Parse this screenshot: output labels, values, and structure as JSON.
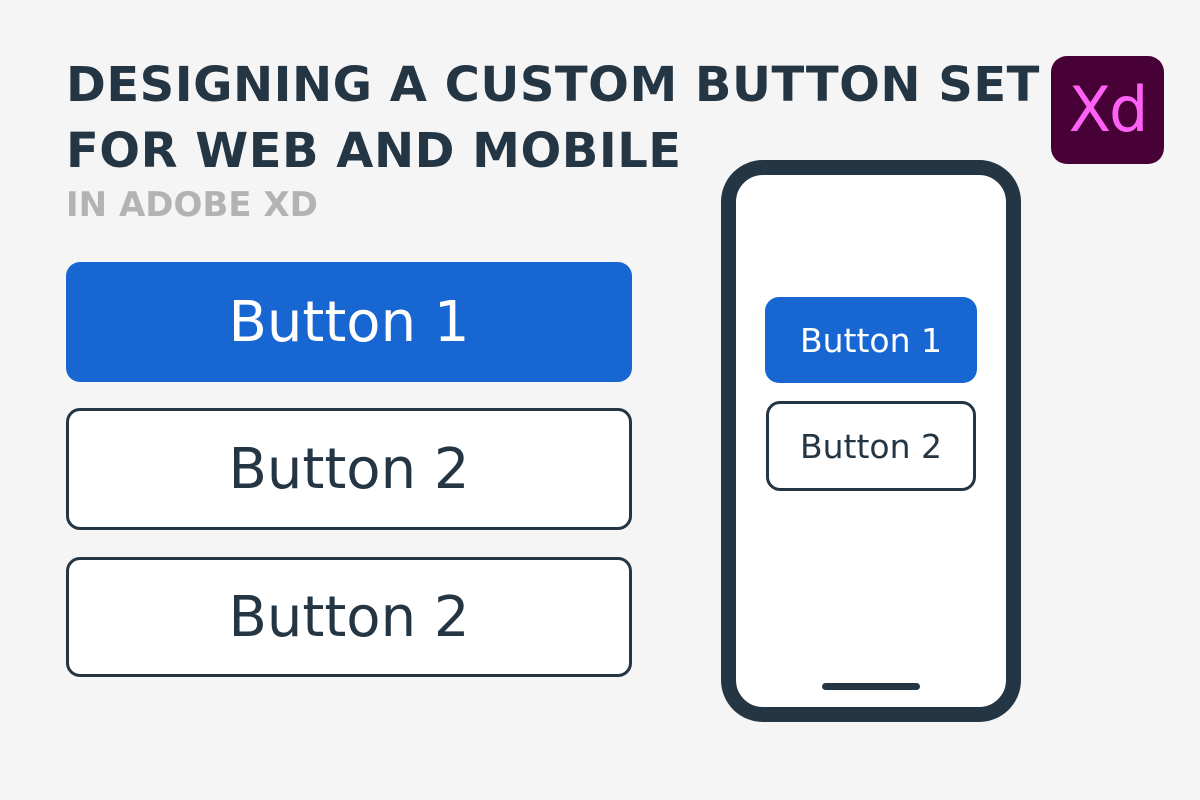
{
  "headline": {
    "line1": "DESIGNING A CUSTOM BUTTON SET",
    "line2": "FOR WEB AND MOBILE"
  },
  "subtitle": "IN ADOBE XD",
  "logo": {
    "text": "Xd",
    "background": "#470137",
    "text_color": "#FF61F6"
  },
  "colors": {
    "primary": "#1766D1",
    "dark": "#243544",
    "muted": "#B3B3B3",
    "background": "#F5F5F5"
  },
  "web_buttons": [
    {
      "label": "Button 1",
      "style": "primary"
    },
    {
      "label": "Button 2",
      "style": "outline"
    },
    {
      "label": "Button 2",
      "style": "outline"
    }
  ],
  "mobile_buttons": [
    {
      "label": "Button 1",
      "style": "primary"
    },
    {
      "label": "Button 2",
      "style": "outline"
    }
  ]
}
